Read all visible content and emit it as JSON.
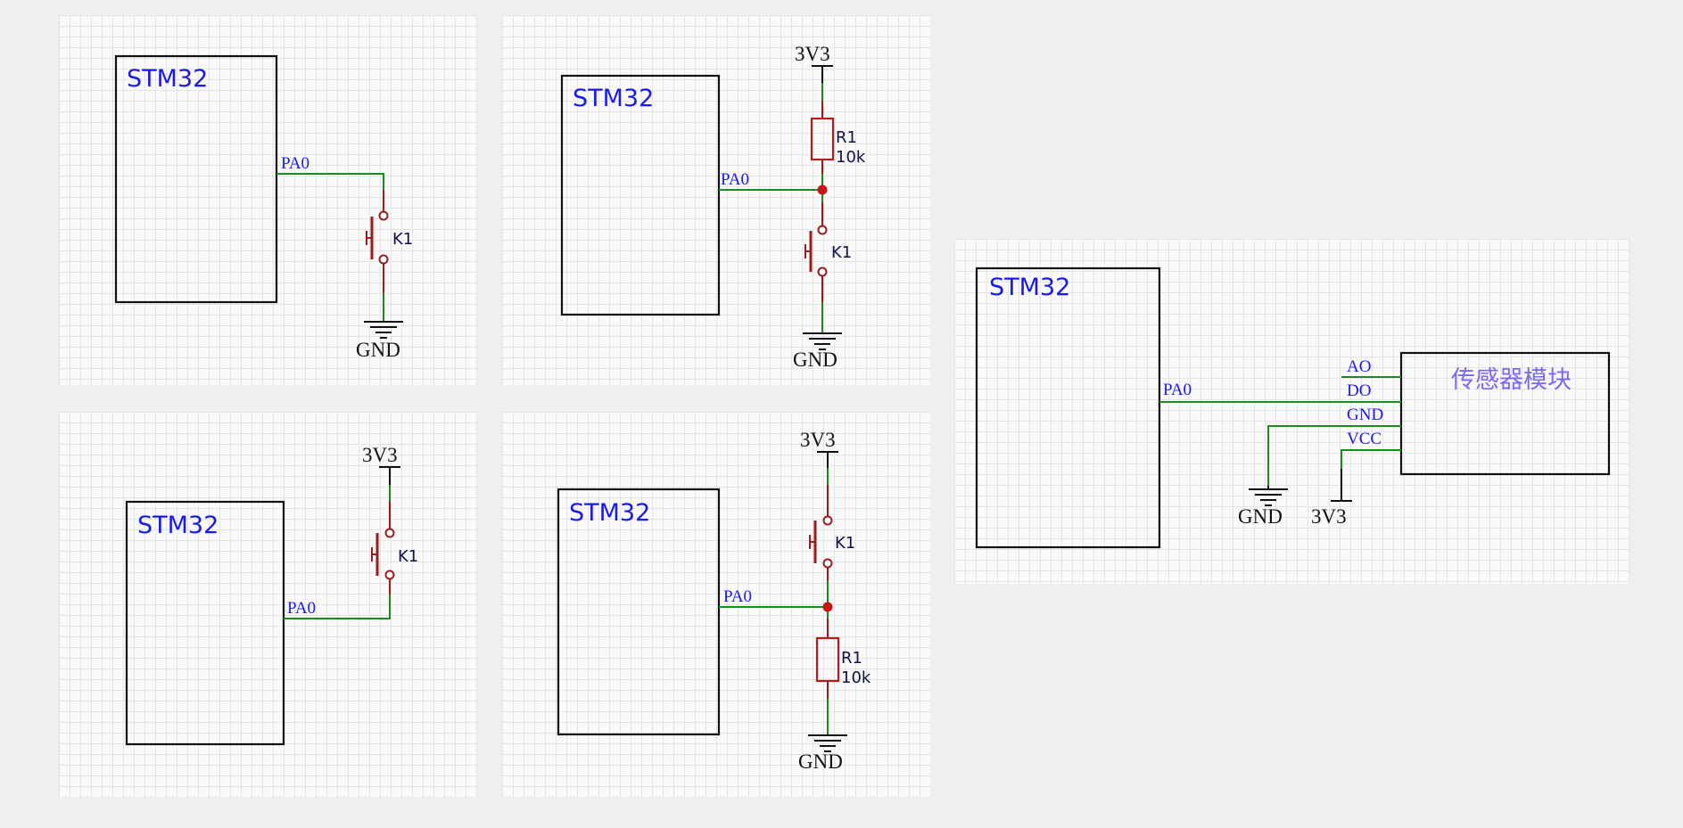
{
  "colors": {
    "background": "#efefef",
    "panel": "#fafafa",
    "grid": "#e4e4e4",
    "wire": "#1c8a1c",
    "component": "#9b1c1c",
    "label_blue": "#1a1ae6",
    "module_text": "#7a6af0"
  },
  "panel_a": {
    "chip": "STM32",
    "net": "PA0",
    "switch": "K1",
    "ground": "GND"
  },
  "panel_b": {
    "chip": "STM32",
    "net": "PA0",
    "supply": "3V3",
    "resistor": "R1",
    "resistor_value": "10k",
    "switch": "K1",
    "ground": "GND"
  },
  "panel_c": {
    "chip": "STM32",
    "net": "PA0",
    "supply": "3V3",
    "switch": "K1"
  },
  "panel_d": {
    "chip": "STM32",
    "net": "PA0",
    "supply": "3V3",
    "switch": "K1",
    "resistor": "R1",
    "resistor_value": "10k",
    "ground": "GND"
  },
  "panel_e": {
    "chip": "STM32",
    "net": "PA0",
    "module": "传感器模块",
    "pins": [
      "AO",
      "DO",
      "GND",
      "VCC"
    ],
    "ground": "GND",
    "supply": "3V3"
  }
}
